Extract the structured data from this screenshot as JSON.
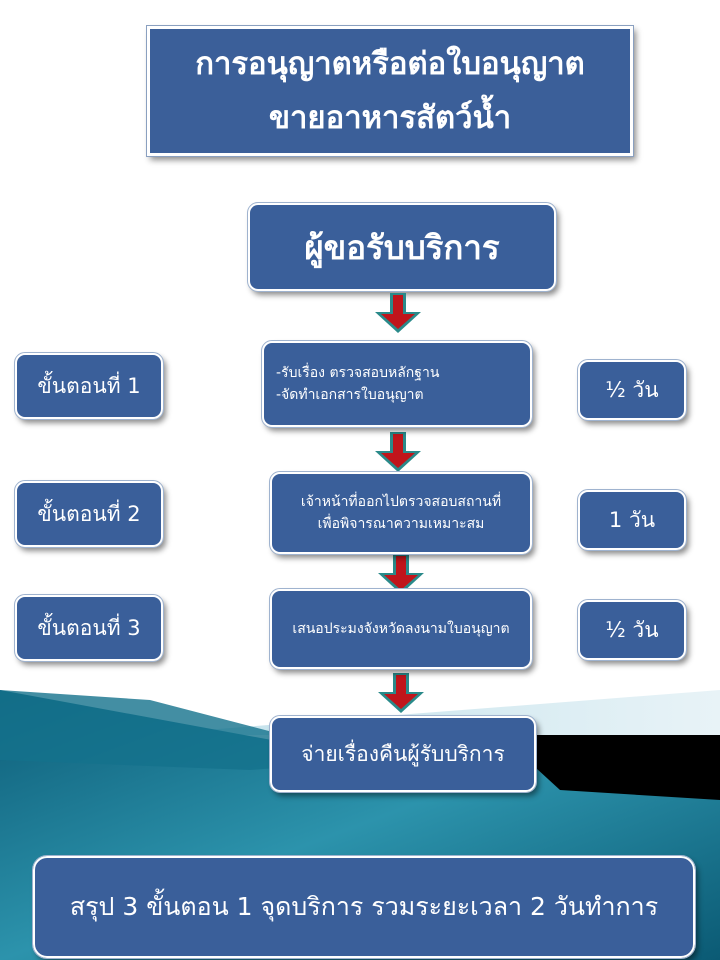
{
  "title": {
    "line1": "การอนุญาตหรือต่อใบอนุญาต",
    "line2": "ขายอาหารสัตว์น้ำ"
  },
  "service": "ผู้ขอรับบริการ",
  "steps": [
    {
      "label": "ขั้นตอนที่ 1",
      "lines": [
        "-รับเรื่อง ตรวจสอบหลักฐาน",
        "-จัดทำเอกสารใบอนุญาต"
      ],
      "time": "½ วัน"
    },
    {
      "label": "ขั้นตอนที่ 2",
      "lines": [
        "เจ้าหน้าที่ออกไปตรวจสอบสถานที่",
        "เพื่อพิจารณาความเหมาะสม"
      ],
      "time": "1 วัน"
    },
    {
      "label": "ขั้นตอนที่ 3",
      "lines": [
        "เสนอประมงจังหวัดลงนามใบอนุญาต"
      ],
      "time": "½ วัน"
    }
  ],
  "return": "จ่ายเรื่องคืนผู้รับบริการ",
  "summary": "สรุป 3 ขั้นตอน 1 จุดบริการ รวมระยะเวลา 2 วันทำการ",
  "colors": {
    "box": "#3a5f9a",
    "arrow_fill": "#c0151b",
    "arrow_outline": "#2a8a8a",
    "bg_teal": "#1f7d96"
  }
}
